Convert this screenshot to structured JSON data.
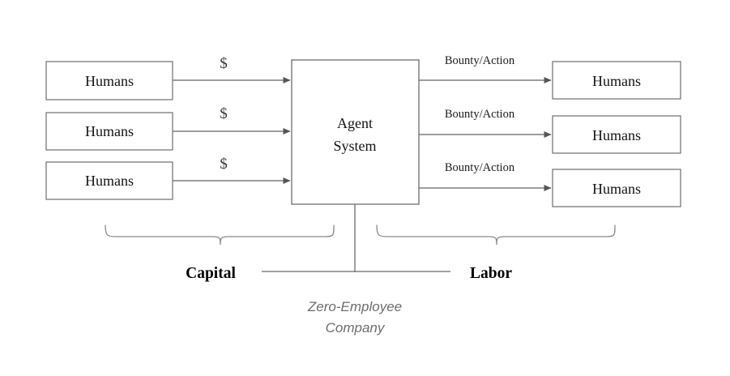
{
  "diagram": {
    "title": "Zero-Employee Company flow diagram",
    "background_color": "#ffffff",
    "box_border_color": "#7a7a7a",
    "line_color": "#7d7d7d",
    "caption_color": "#6d6d6d"
  },
  "capital_side": {
    "group_label": "Capital",
    "nodes": [
      {
        "label": "Humans"
      },
      {
        "label": "Humans"
      },
      {
        "label": "Humans"
      }
    ],
    "edge_labels": [
      "$",
      "$",
      "$"
    ]
  },
  "center": {
    "label_line1": "Agent",
    "label_line2": "System"
  },
  "labor_side": {
    "group_label": "Labor",
    "nodes": [
      {
        "label": "Humans"
      },
      {
        "label": "Humans"
      },
      {
        "label": "Humans"
      }
    ],
    "edge_labels": [
      "Bounty/Action",
      "Bounty/Action",
      "Bounty/Action"
    ]
  },
  "caption": {
    "line1": "Zero-Employee",
    "line2": "Company"
  }
}
